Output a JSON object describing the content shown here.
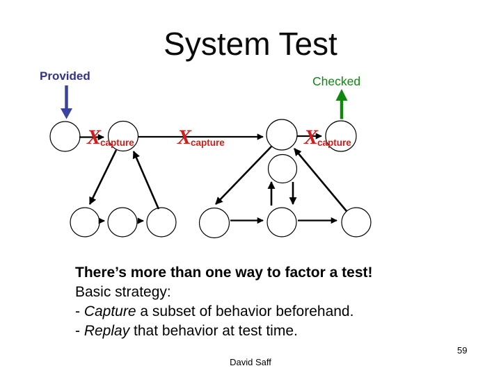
{
  "slide": {
    "title": "System Test",
    "footer": "David Saff",
    "page_number": "59"
  },
  "annotations": {
    "provided": "Provided",
    "checked": "Checked"
  },
  "capture_marks": [
    {
      "x": "X",
      "sub": "capture"
    },
    {
      "x": "X",
      "sub": "capture"
    },
    {
      "x": "X",
      "sub": "capture"
    }
  ],
  "body": {
    "line1": "There’s more than one way to factor a test!",
    "line2": "Basic strategy:",
    "line3": {
      "prefix": "- ",
      "italic": "Capture",
      "rest": " a subset of behavior beforehand."
    },
    "line4": {
      "prefix": "- ",
      "italic": "Replay",
      "rest": " that behavior at test time."
    }
  },
  "colors": {
    "provided_blue": "#3A449C",
    "checked_green": "#118611",
    "capture_red": "#CF1D1D",
    "line_black": "#000000",
    "node_fill": "#FFFFFF"
  }
}
